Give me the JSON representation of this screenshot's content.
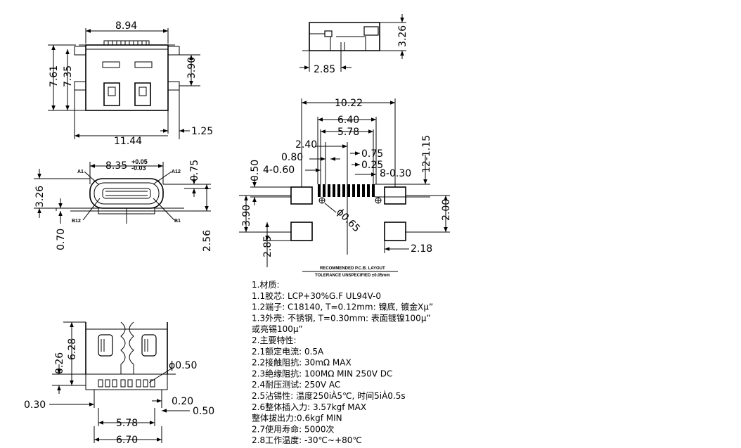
{
  "front_view": {
    "width_top": "8.94",
    "height_total": "7.61",
    "height_body": "7.35",
    "height_right": "3.90",
    "width_bottom": "11.44",
    "offset_right": "1.25"
  },
  "side_view": {
    "height": "3.26",
    "offset": "2.85"
  },
  "mating_view": {
    "width": "8.35",
    "tol_plus": "+0.05",
    "tol_minus": "-0.03",
    "height": "3.26",
    "right_top": "0.75",
    "left_bottom": "0.70",
    "right_bottom": "2.56",
    "pin_a1": "A1",
    "pin_a12": "A12",
    "pin_b12": "B12",
    "pin_b1": "B1"
  },
  "bottom_view": {
    "height": "6.28",
    "offset_top": "0.26",
    "hole": "ϕ0.50",
    "left": "0.30",
    "pitch_a": "0.20",
    "pitch_b": "0.50",
    "span_inner": "5.78",
    "span_outer": "6.70"
  },
  "pcb_layout": {
    "overall": "10.22",
    "span_a": "6.40",
    "span_b": "5.78",
    "d240": "2.40",
    "d080": "0.80",
    "d075": "0.75",
    "d025": "0.25",
    "holes": "4-0.60",
    "pads": "8-0.30",
    "pad_len": "12-1.15",
    "d050": "0.50",
    "hole_dia": "ϕ0.65",
    "d200": "2.00",
    "d390": "3.90",
    "d285": "2.85",
    "d218": "2.18",
    "title": "RECOMMENDED  P.C.B. LAYOUT",
    "tolerance": "TOLERANCE  UNSPECIFIED  ±0.05mm"
  },
  "specs": [
    "1.材质:",
    "1.1胶芯: LCP+30%G.F  UL94V-0",
    "1.2端子: C18140, T=0.12mm: 镍底, 镀金Xμ”",
    "1.3外壳: 不锈钢, T=0.30mm: 表面镀镍100μ”",
    "      或亮锡100μ”",
    "2.主要特性:",
    "2.1额定电流: 0.5A",
    "2.2接触阻抗: 30mΩ  MAX",
    "2.3绝缘阻抗: 100MΩ  MIN  250V  DC",
    "2.4耐压测试: 250V  AC",
    "2.5沾锡性: 温度250iÀ5℃, 时间5iÀ0.5s",
    "2.6整体插入力: 3.57kgf  MAX",
    "      整体拔出力:0.6kgf  MIN",
    "2.7使用寿命: 5000次",
    "2.8工作温度: -30℃~+80℃"
  ]
}
